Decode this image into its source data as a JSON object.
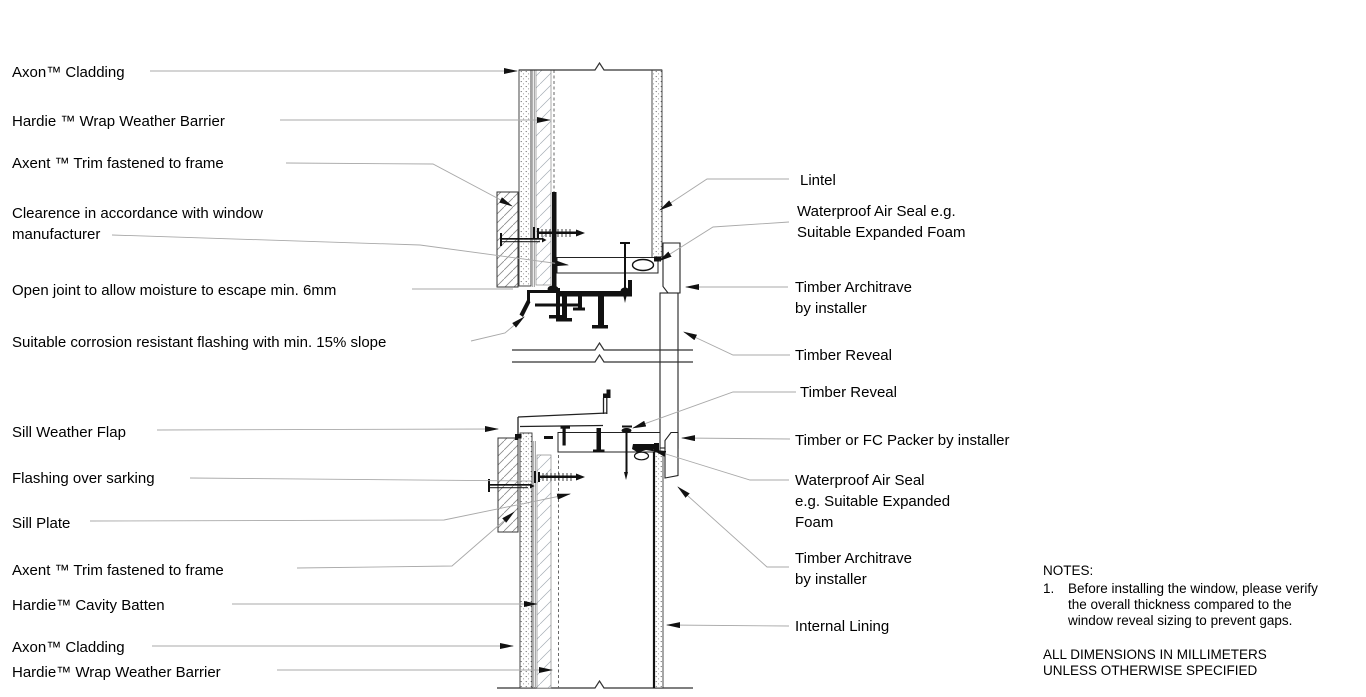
{
  "drawing_type": "window head and sill construction detail",
  "labels_left": [
    {
      "id": "axon-cladding-head",
      "text": "Axon™ Cladding"
    },
    {
      "id": "hardie-wrap-head",
      "text": "Hardie ™ Wrap Weather Barrier"
    },
    {
      "id": "axent-trim-head",
      "text": "Axent ™ Trim fastened to frame"
    },
    {
      "id": "clearance",
      "text": "Clearence in accordance with window\nmanufacturer"
    },
    {
      "id": "open-joint",
      "text": "Open joint to allow moisture to escape min. 6mm"
    },
    {
      "id": "corrosion-flashing",
      "text": "Suitable corrosion resistant flashing with min. 15% slope"
    },
    {
      "id": "sill-weather-flap",
      "text": "Sill Weather Flap"
    },
    {
      "id": "flashing-over-sarking",
      "text": "Flashing over sarking"
    },
    {
      "id": "sill-plate",
      "text": "Sill Plate"
    },
    {
      "id": "axent-trim-sill",
      "text": "Axent ™ Trim fastened to frame"
    },
    {
      "id": "cavity-batten",
      "text": "Hardie™ Cavity Batten"
    },
    {
      "id": "axon-cladding-sill",
      "text": "Axon™ Cladding"
    },
    {
      "id": "hardie-wrap-sill",
      "text": "Hardie™ Wrap Weather Barrier"
    }
  ],
  "labels_right": [
    {
      "id": "lintel",
      "text": "Lintel"
    },
    {
      "id": "air-seal-head",
      "text": "Waterproof Air Seal e.g.\nSuitable Expanded Foam"
    },
    {
      "id": "architrave-head",
      "text": "Timber  Architrave\nby installer"
    },
    {
      "id": "timber-reveal-1",
      "text": "Timber Reveal"
    },
    {
      "id": "timber-reveal-2",
      "text": "Timber Reveal"
    },
    {
      "id": "packer",
      "text": "Timber or FC Packer by installer"
    },
    {
      "id": "air-seal-sill",
      "text": "Waterproof Air Seal\ne.g. Suitable Expanded\nFoam"
    },
    {
      "id": "architrave-sill",
      "text": "Timber Architrave\nby installer"
    },
    {
      "id": "internal-lining",
      "text": "Internal Lining"
    }
  ],
  "notes": {
    "heading": "NOTES:",
    "item_number": "1.",
    "item_text": "Before installing the window, please verify\nthe overall thickness compared to the\nwindow reveal sizing to prevent gaps.",
    "dimensions_text": "ALL DIMENSIONS IN MILLIMETERS\nUNLESS OTHERWISE SPECIFIED"
  },
  "colors": {
    "line": "#1a1a1a",
    "leader": "#a9a9a9",
    "hatch": "#8a8a8a",
    "background": "#ffffff"
  }
}
